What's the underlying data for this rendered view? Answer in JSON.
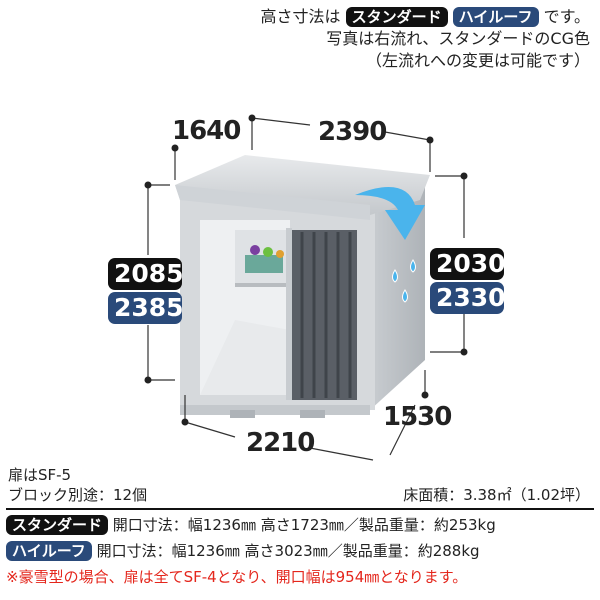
{
  "header": {
    "line1_prefix": "高さ寸法は",
    "badge_standard": "スタンダード",
    "badge_highroof": "ハイルーフ",
    "line1_suffix": "です。",
    "line2": "写真は右流れ、スタンダードのCG色",
    "line3": "（左流れへの変更は可能です）"
  },
  "dimensions": {
    "depth_top": "1640",
    "width_top": "2390",
    "height_left_standard": "2085",
    "height_left_highroof": "2385",
    "height_right_standard": "2030",
    "height_right_highroof": "2330",
    "width_bottom": "2210",
    "depth_bottom": "1530"
  },
  "info": {
    "door": "扉はSF-5",
    "block": "ブロック別途：12個",
    "floor_area": "床面積：3.38㎡（1.02坪）"
  },
  "specs": [
    {
      "badge": "スタンダード",
      "text": "開口寸法：幅1236㎜ 高さ1723㎜／製品重量：約253kg",
      "color": "#111111"
    },
    {
      "badge": "ハイルーフ",
      "text": "開口寸法：幅1236㎜ 高さ3023㎜／製品重量：約288kg",
      "color": "#2a4a7a"
    }
  ],
  "note": "※豪雪型の場合、扉は全てSF-4となり、開口幅は954㎜となります。",
  "colors": {
    "standard": "#111111",
    "highroof": "#2a4a7a",
    "note": "#e4261c",
    "rain_arrow": "#4ab4ec"
  }
}
